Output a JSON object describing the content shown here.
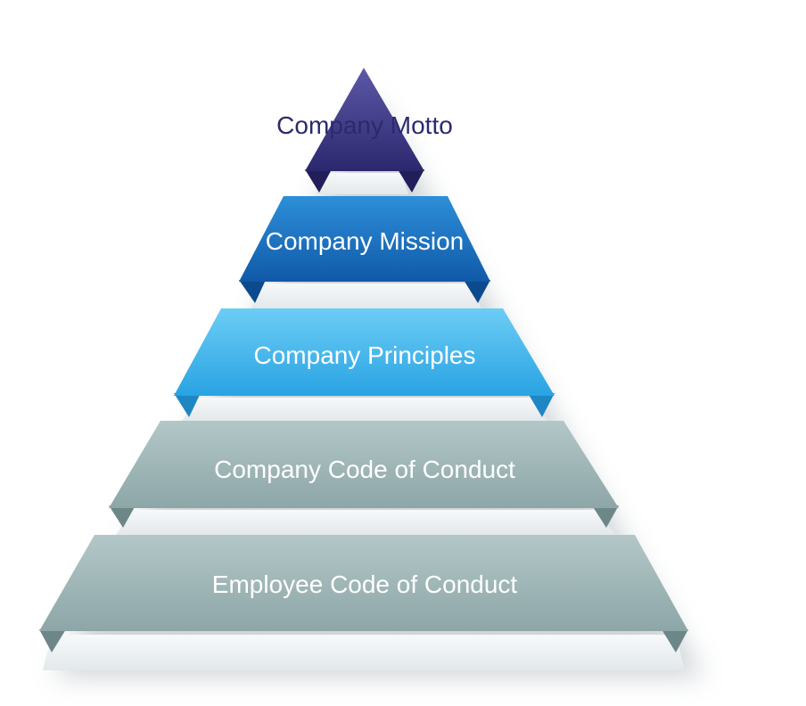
{
  "tiers": [
    {
      "label": "Company Motto",
      "label_color": "#2b2a6e",
      "top": "#5d58a6",
      "bottom": "#2c286e"
    },
    {
      "label": "Company Mission",
      "label_color": "#ffffff",
      "top": "#2d8fd8",
      "bottom": "#1059a8"
    },
    {
      "label": "Company Principles",
      "label_color": "#ffffff",
      "top": "#6ccdf5",
      "bottom": "#29a3e3"
    },
    {
      "label": "Company Code of Conduct",
      "label_color": "#ffffff",
      "top": "#b3c7c8",
      "bottom": "#8da6a7"
    },
    {
      "label": "Employee Code of Conduct",
      "label_color": "#ffffff",
      "top": "#b3c7c8",
      "bottom": "#8da6a7"
    }
  ],
  "colors": {
    "base": "#eef1f3",
    "shadow": "#9aa4ab"
  }
}
